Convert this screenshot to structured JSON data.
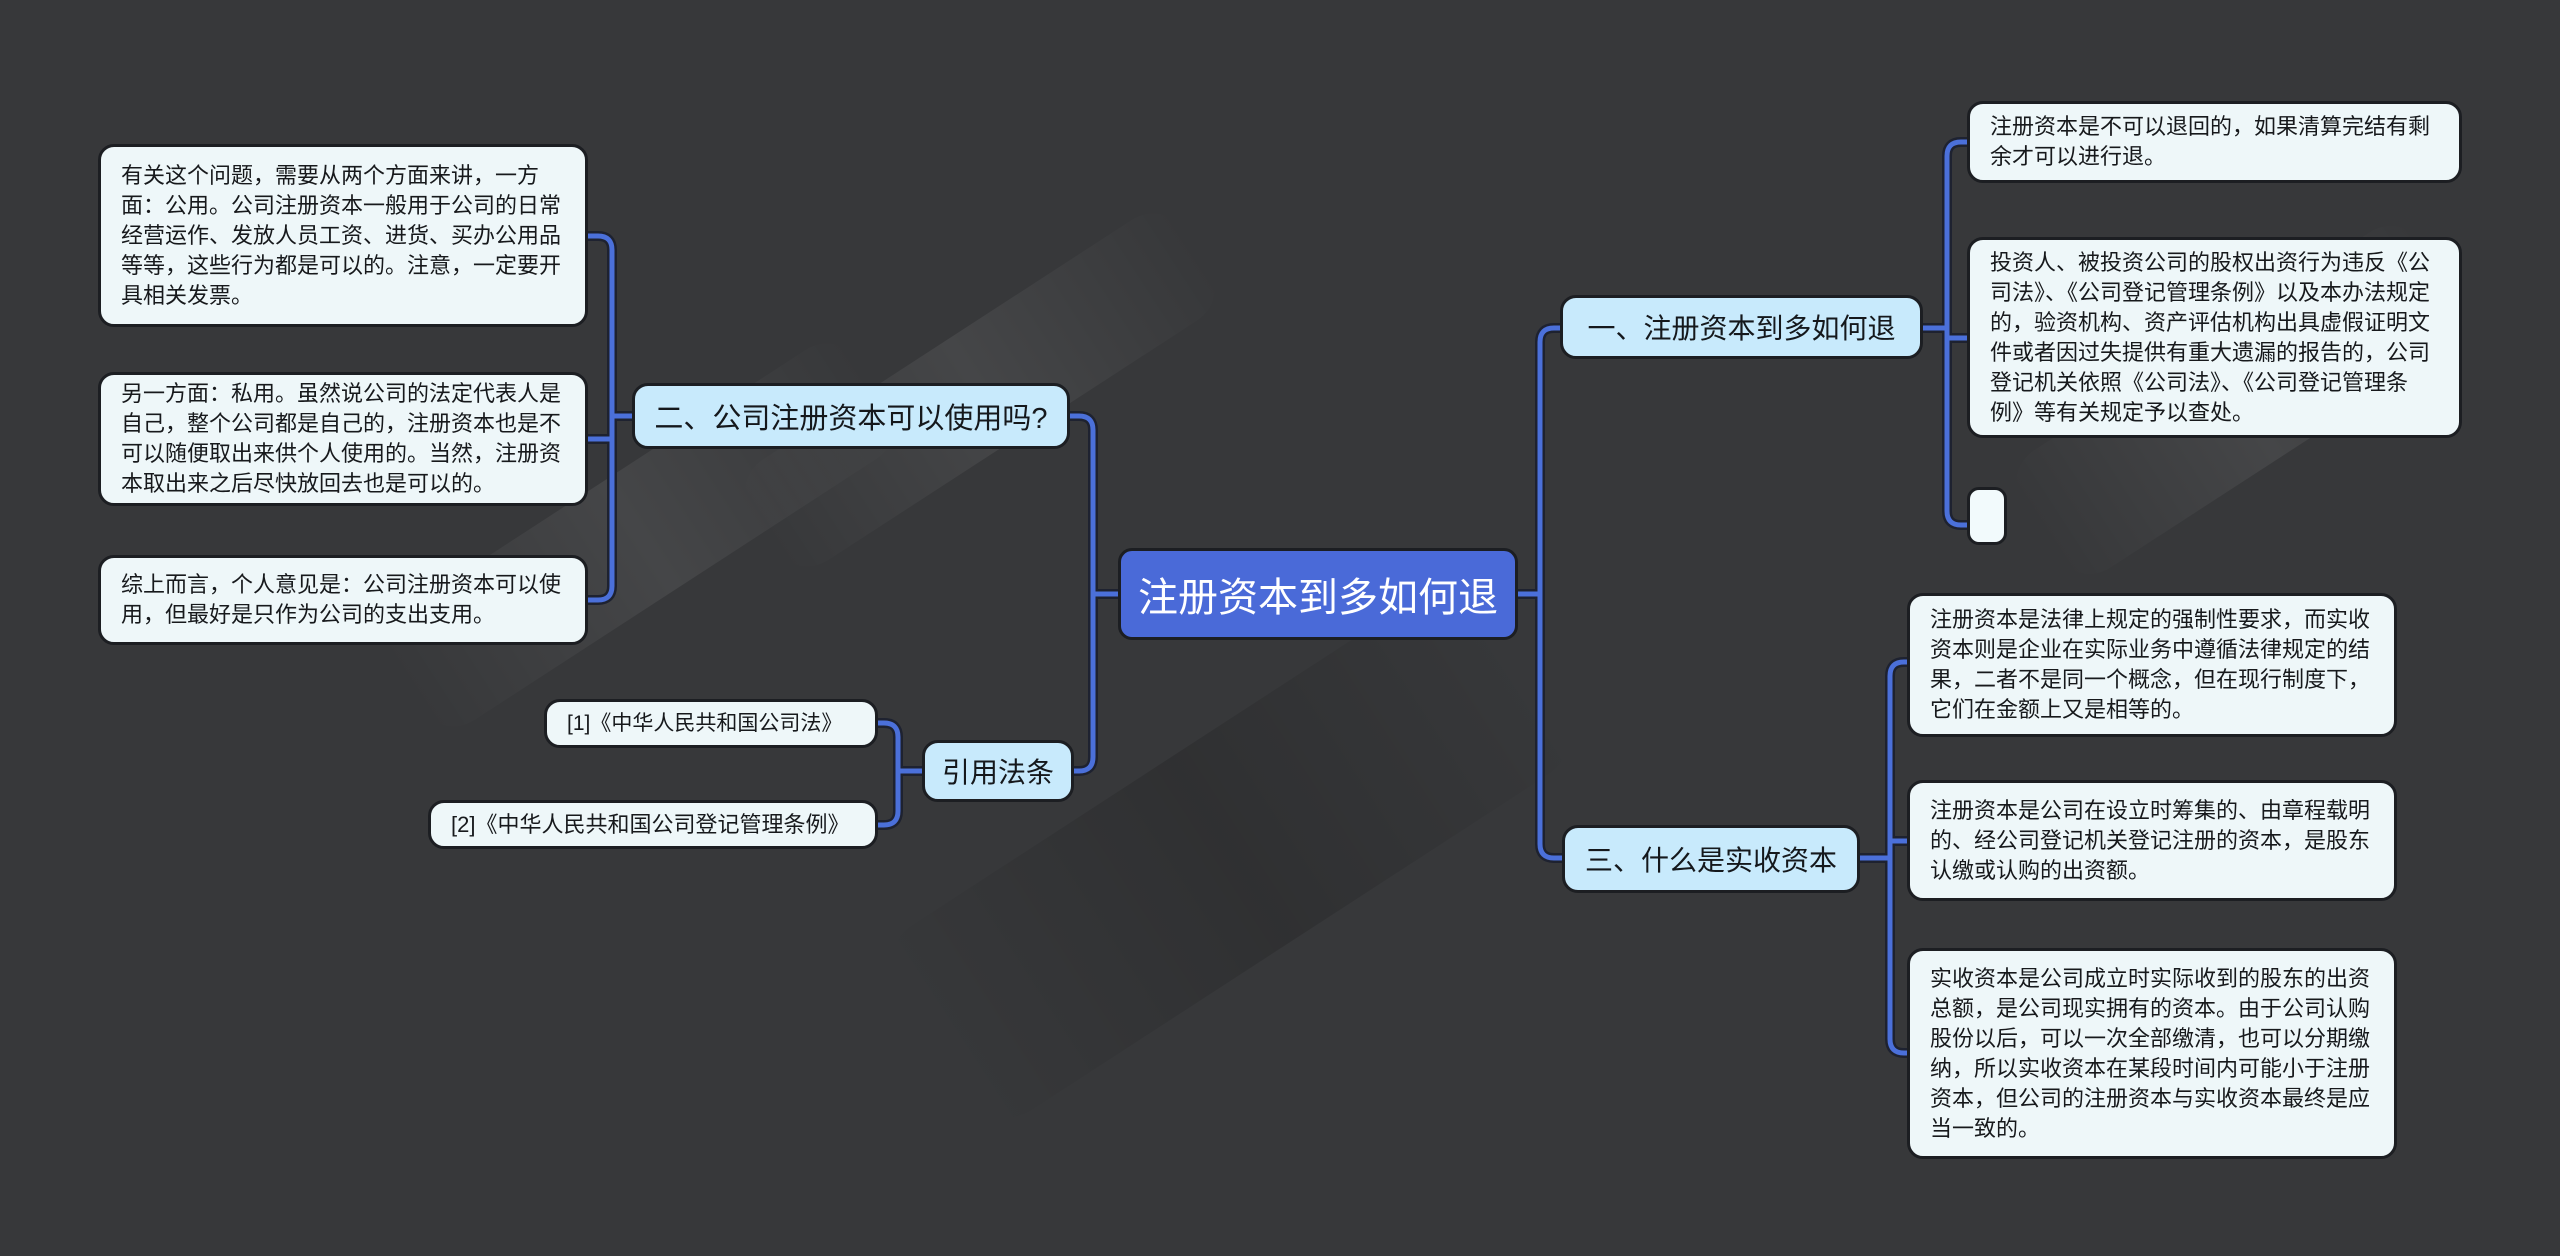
{
  "root": {
    "label": "注册资本到多如何退"
  },
  "branch_one": {
    "label": "一、注册资本到多如何退",
    "notes": [
      "注册资本是不可以退回的，如果清算完结有剩余才可以进行退。",
      "投资人、被投资公司的股权出资行为违反《公司法》、《公司登记管理条例》以及本办法规定的，验资机构、资产评估机构出具虚假证明文件或者因过失提供有重大遗漏的报告的，公司登记机关依照《公司法》、《公司登记管理条例》等有关规定予以查处。"
    ]
  },
  "branch_two": {
    "label": "二、公司注册资本可以使用吗?",
    "notes": [
      "有关这个问题，需要从两个方面来讲，一方面：公用。公司注册资本一般用于公司的日常经营运作、发放人员工资、进货、买办公用品等等，这些行为都是可以的。注意，一定要开具相关发票。",
      "另一方面：私用。虽然说公司的法定代表人是自己，整个公司都是自己的，注册资本也是不可以随便取出来供个人使用的。当然，注册资本取出来之后尽快放回去也是可以的。",
      "综上而言，个人意见是：公司注册资本可以使用，但最好是只作为公司的支出支用。"
    ]
  },
  "citations": {
    "label": "引用法条",
    "items": [
      "[1]《中华人民共和国公司法》",
      "[2]《中华人民共和国公司登记管理条例》"
    ]
  },
  "branch_three": {
    "label": "三、什么是实收资本",
    "notes": [
      "注册资本是法律上规定的强制性要求，而实收资本则是企业在实际业务中遵循法律规定的结果，二者不是同一个概念，但在现行制度下，它们在金额上又是相等的。",
      "注册资本是公司在设立时筹集的、由章程载明的、经公司登记机关登记注册的资本，是股东认缴或认购的出资额。",
      "实收资本是公司成立时实际收到的股东的出资总额，是公司现实拥有的资本。由于公司认购股份以后，可以一次全部缴清，也可以分期缴纳，所以实收资本在某段时间内可能小于注册资本，但公司的注册资本与实收资本最终是应当一致的。"
    ]
  },
  "colors": {
    "background": "#37383a",
    "connector": "#4b70da",
    "connector_outline": "#1e2230",
    "root_fill": "#4a6ad8",
    "root_text": "#ffffff",
    "topic_fill": "#c8eafc",
    "note_fill": "#eef7f9",
    "shape_border": "#1c1e22",
    "note_text": "#17191c"
  }
}
